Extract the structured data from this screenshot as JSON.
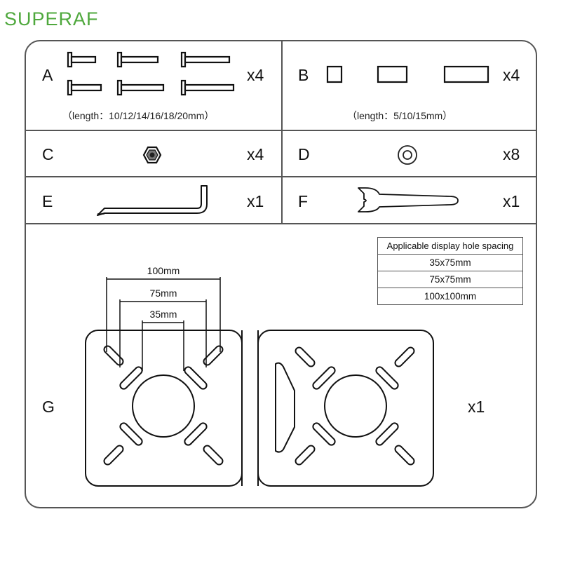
{
  "brand": "SUPERAF",
  "sections": {
    "A": {
      "letter": "A",
      "qty": "x4",
      "note": "（length：10/12/14/16/18/20mm）",
      "icon": "screws-icon"
    },
    "B": {
      "letter": "B",
      "qty": "x4",
      "note": "（length：5/10/15mm）",
      "icon": "spacers-icon"
    },
    "C": {
      "letter": "C",
      "qty": "x4",
      "icon": "hex-nut-icon"
    },
    "D": {
      "letter": "D",
      "qty": "x8",
      "icon": "washer-icon"
    },
    "E": {
      "letter": "E",
      "qty": "x1",
      "icon": "allen-key-icon"
    },
    "F": {
      "letter": "F",
      "qty": "x1",
      "icon": "wrench-icon"
    },
    "G": {
      "letter": "G",
      "qty": "x1",
      "icon": "adapter-plate-icon"
    }
  },
  "hole_spacing": {
    "header": "Applicable display hole spacing",
    "rows": [
      "35x75mm",
      "75x75mm",
      "100x100mm"
    ]
  },
  "dimensions": [
    "100mm",
    "75mm",
    "35mm"
  ]
}
